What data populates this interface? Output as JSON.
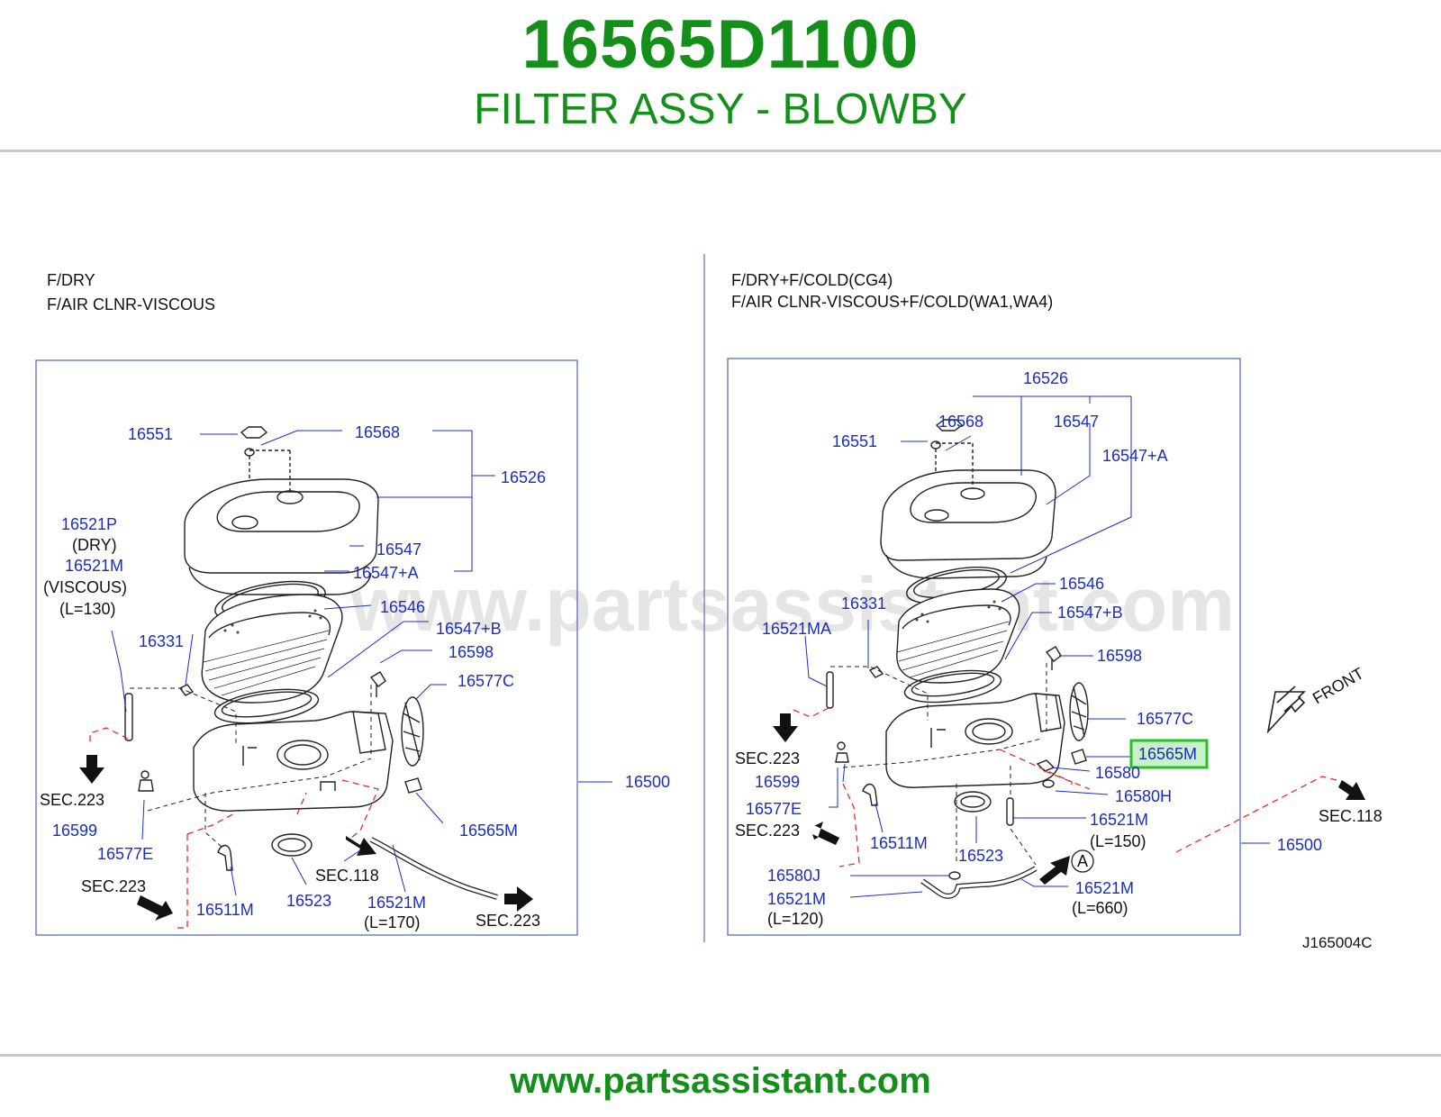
{
  "header": {
    "part_number": "16565D1100",
    "part_name": "FILTER ASSY - BLOWBY"
  },
  "footer": {
    "url": "www.partsassistant.com"
  },
  "watermark": "www.partsassistant.com",
  "colors": {
    "brand_green": "#14901a",
    "callout_blue": "#1a2fbf",
    "frame_blue": "#5b6fb8",
    "highlight": "#22c322",
    "pipe_red": "#e02020"
  },
  "left_panel": {
    "note_line1": "F/DRY",
    "note_line2": "F/AIR   CLNR-VISCOUS",
    "labels": {
      "p16551": "16551",
      "p16568": "16568",
      "p16526": "16526",
      "p16521p": "16521P",
      "dry": "(DRY)",
      "p16521m_a": "16521M",
      "viscous": "(VISCOUS)",
      "l130": "(L=130)",
      "p16547": "16547",
      "p16547a": "16547+A",
      "p16546": "16546",
      "p16547b": "16547+B",
      "p16331": "16331",
      "p16598": "16598",
      "p16577c": "16577C",
      "p16500": "16500",
      "sec223_a": "SEC.223",
      "p16599": "16599",
      "p16577e": "16577E",
      "p16565m": "16565M",
      "sec223_b": "SEC.223",
      "p16511m": "16511M",
      "p16523": "16523",
      "sec118": "SEC.118",
      "p16521m_b": "16521M",
      "l170": "(L=170)",
      "sec223_c": "SEC.223"
    }
  },
  "right_panel": {
    "note_line1": "F/DRY+F/COLD(CG4)",
    "note_line2": "F/AIR   CLNR-VISCOUS+F/COLD(WA1,WA4)",
    "labels": {
      "p16526": "16526",
      "p16568": "16568",
      "p16547": "16547",
      "p16551": "16551",
      "p16547a": "16547+A",
      "p16546": "16546",
      "p16331": "16331",
      "p16547b": "16547+B",
      "p16521ma": "16521MA",
      "p16598": "16598",
      "front": "FRONT",
      "p16577c": "16577C",
      "p16565m": "16565M",
      "sec223_a": "SEC.223",
      "p16580": "16580",
      "p16599": "16599",
      "p16580h": "16580H",
      "sec118": "SEC.118",
      "p16577e": "16577E",
      "p16521m_a": "16521M",
      "sec223_b": "SEC.223",
      "l150": "(L=150)",
      "p16500": "16500",
      "p16511m": "16511M",
      "p16523": "16523",
      "marker_a": "A",
      "p16580j": "16580J",
      "p16521m_b": "16521M",
      "p16521m_c": "16521M",
      "l120": "(L=120)",
      "l660": "(L=660)"
    },
    "highlighted_part": "16565M"
  },
  "figure_code": "J165004C"
}
